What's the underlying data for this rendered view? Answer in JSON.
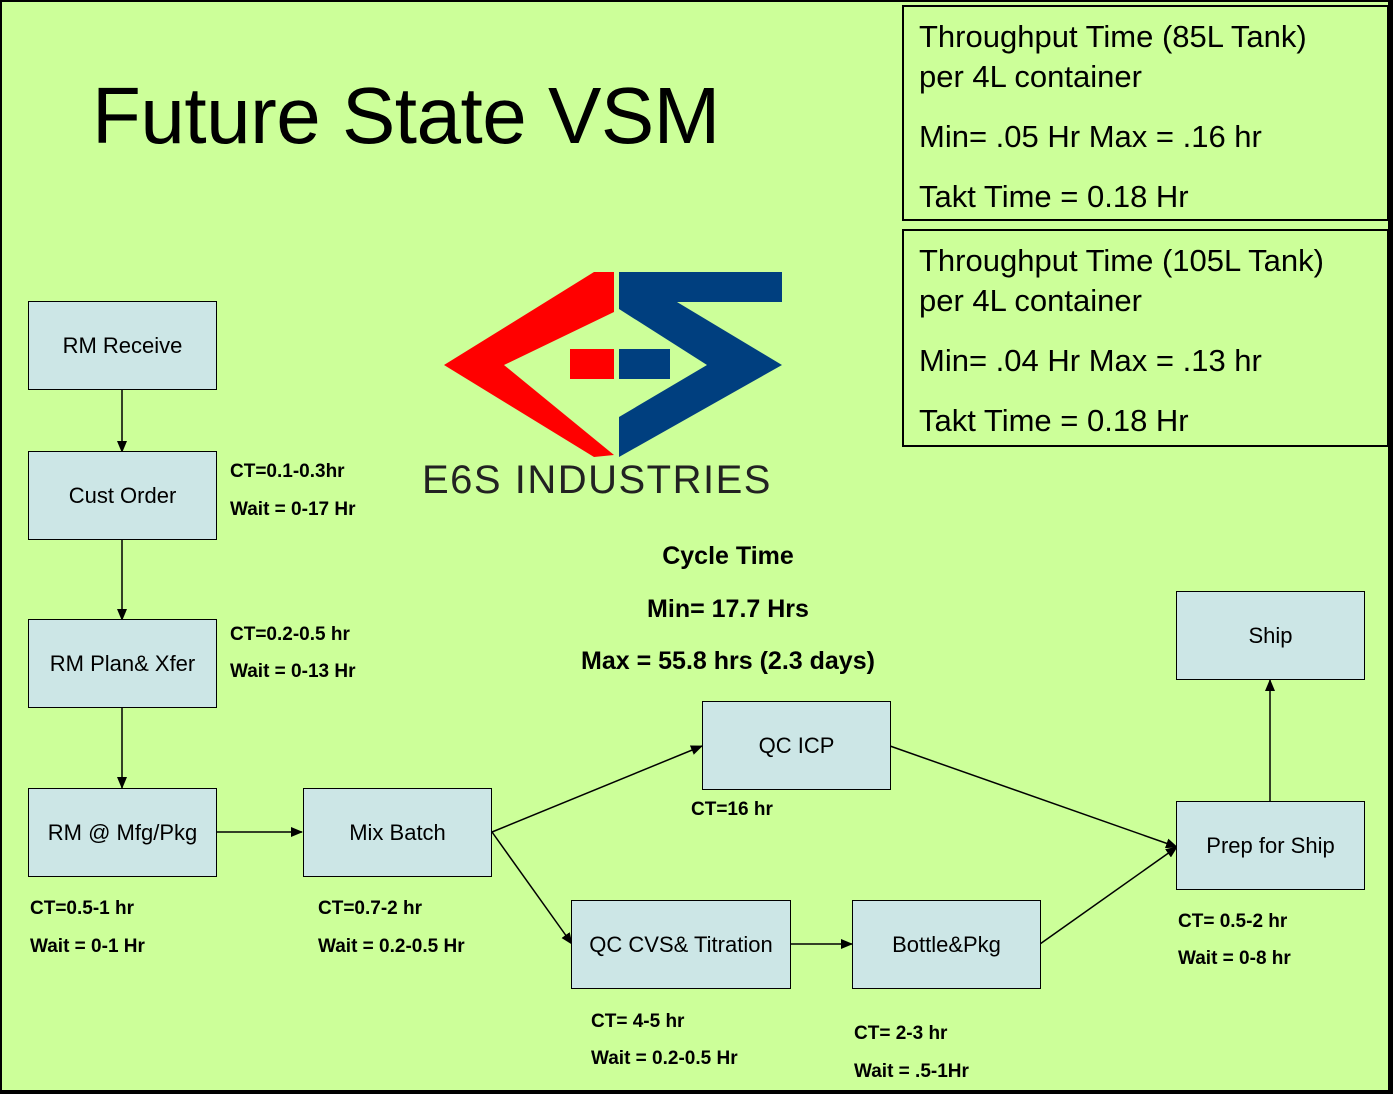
{
  "title": "Future State VSM",
  "throughput_boxes": [
    {
      "line1": "Throughput Time (85L Tank)",
      "line2": "per 4L container",
      "minmax": "Min= .05 Hr Max = .16 hr",
      "takt": "Takt Time = 0.18 Hr"
    },
    {
      "line1": "Throughput Time (105L Tank)",
      "line2": "per 4L container",
      "minmax": "Min= .04 Hr Max = .13 hr",
      "takt": "Takt Time = 0.18 Hr"
    }
  ],
  "logo": {
    "brand_text": "E6S INDUSTRIES",
    "colors": {
      "red": "#ff0000",
      "blue": "#003f7f"
    }
  },
  "cycle_time": {
    "heading": "Cycle Time",
    "min": "Min= 17.7 Hrs",
    "max": "Max = 55.8 hrs (2.3 days)"
  },
  "nodes": {
    "rm_receive": {
      "label": "RM Receive"
    },
    "cust_order": {
      "label": "Cust Order",
      "ct": "CT=0.1-0.3hr",
      "wait": "Wait = 0-17 Hr"
    },
    "rm_plan": {
      "label": "RM Plan& Xfer",
      "ct": "CT=0.2-0.5 hr",
      "wait": "Wait = 0-13 Hr"
    },
    "rm_mfg": {
      "label": "RM @ Mfg/Pkg",
      "ct": "CT=0.5-1 hr",
      "wait": "Wait = 0-1 Hr"
    },
    "mix_batch": {
      "label": "Mix Batch",
      "ct": "CT=0.7-2 hr",
      "wait": "Wait = 0.2-0.5 Hr"
    },
    "qc_icp": {
      "label": "QC ICP",
      "ct": "CT=16 hr"
    },
    "qc_cvs": {
      "label": "QC CVS& Titration",
      "ct": "CT= 4-5 hr",
      "wait": "Wait = 0.2-0.5 Hr"
    },
    "bottle_pkg": {
      "label": "Bottle&Pkg",
      "ct": "CT= 2-3 hr",
      "wait": "Wait = .5-1Hr"
    },
    "prep_ship": {
      "label": "Prep for Ship",
      "ct": "CT= 0.5-2 hr",
      "wait": "Wait = 0-8 hr"
    },
    "ship": {
      "label": "Ship"
    }
  },
  "colors": {
    "background": "#ccff99",
    "node_fill": "#cce6e6"
  }
}
